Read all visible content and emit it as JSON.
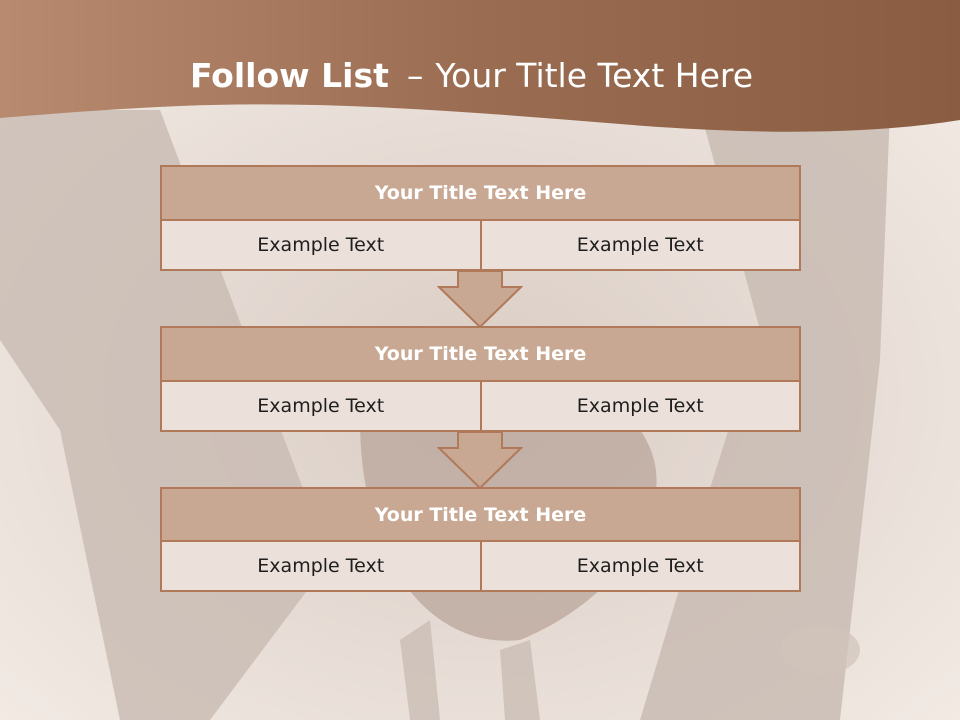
{
  "slide": {
    "title_bold": "Follow List",
    "title_separator": "–",
    "title_rest": "Your Title Text Here"
  },
  "blocks": [
    {
      "title": "Your Title Text Here",
      "left": "Example Text",
      "right": "Example Text"
    },
    {
      "title": "Your Title Text Here",
      "left": "Example Text",
      "right": "Example Text"
    },
    {
      "title": "Your Title Text Here",
      "left": "Example Text",
      "right": "Example Text"
    }
  ],
  "colors": {
    "banner": "#a6755a",
    "header_fill": "#c9a893",
    "cell_fill": "#ebe0da",
    "border": "#b07a5a"
  }
}
